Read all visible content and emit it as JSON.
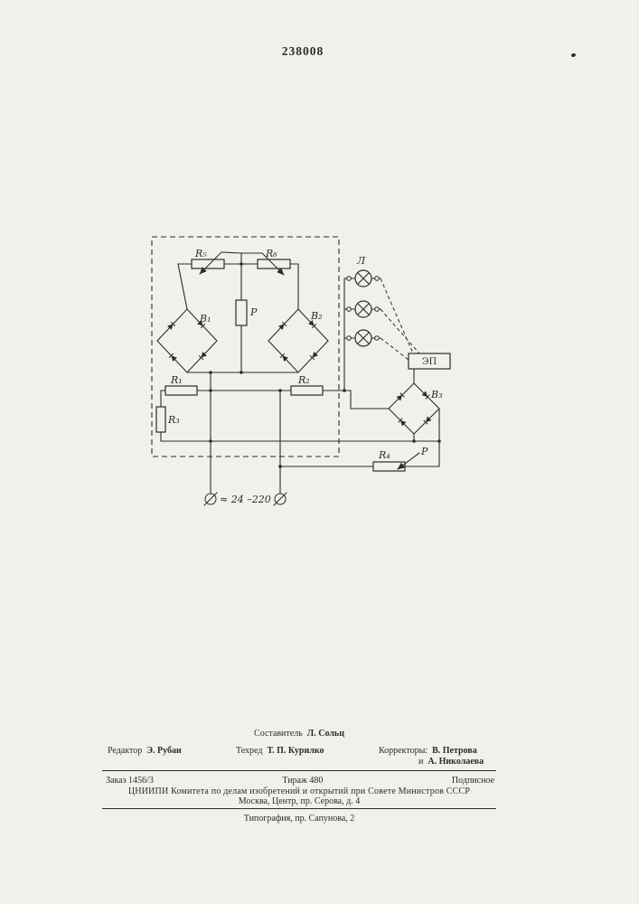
{
  "page": {
    "patent_number": "238008",
    "bg": "#f2f0ea",
    "ink": "#2e2c27"
  },
  "diagram": {
    "labels": {
      "r5": "R₅",
      "r6": "R₆",
      "p_top": "Р",
      "b1": "В₁",
      "b2": "В₂",
      "b3": "В₃",
      "r1": "R₁",
      "r2": "R₂",
      "r3": "R₃",
      "r4": "R₄",
      "p_wiper": "Р",
      "lamp": "Л",
      "ep": "ЭП",
      "supply": "≈ 24 –220"
    }
  },
  "footer": {
    "compiler": {
      "label": "Составитель",
      "name": "Л. Сольц"
    },
    "editor": {
      "label": "Редактор",
      "name": "Э. Рубан"
    },
    "techred": {
      "label": "Техред",
      "name": "Т. П. Курилко"
    },
    "correctors": {
      "label": "Корректоры:",
      "name1": "В. Петрова",
      "prefix2": "и",
      "name2": "А. Николаева"
    },
    "order": "Заказ 1456/3",
    "tirazh": "Тираж 480",
    "podpisnoe": "Подписное",
    "org_line1": "ЦНИИПИ Комитета по делам изобретений и открытий при Совете Министров СССР",
    "org_line2": "Москва, Центр, пр. Серова, д. 4",
    "tipografia": "Типография, пр. Сапунова, 2"
  }
}
